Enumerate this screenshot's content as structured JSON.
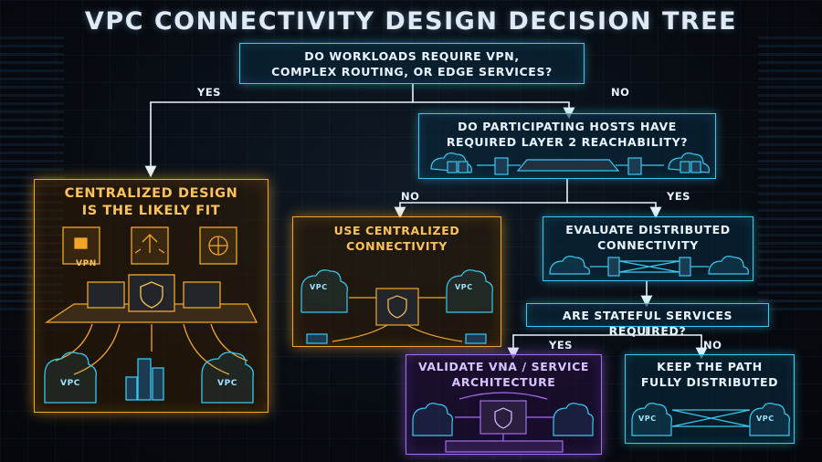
{
  "title": "VPC CONNECTIVITY DESIGN DECISION TREE",
  "nodes": {
    "q1": {
      "line1": "DO WORKLOADS REQUIRE VPN,",
      "line2": "COMPLEX ROUTING, OR EDGE SERVICES?"
    },
    "q2": {
      "line1": "DO PARTICIPATING HOSTS HAVE",
      "line2": "REQUIRED LAYER 2 REACHABILITY?"
    },
    "centralized": {
      "line1": "CENTRALIZED DESIGN",
      "line2": "IS THE LIKELY FIT"
    },
    "use_centralized": {
      "line1": "USE CENTRALIZED",
      "line2": "CONNECTIVITY"
    },
    "evaluate_distributed": {
      "line1": "EVALUATE DISTRIBUTED",
      "line2": "CONNECTIVITY"
    },
    "q3": {
      "line1": "ARE STATEFUL SERVICES REQUIRED?"
    },
    "validate_vna": {
      "line1": "VALIDATE VNA / SERVICE",
      "line2": "ARCHITECTURE"
    },
    "keep_distributed": {
      "line1": "KEEP THE PATH",
      "line2": "FULLY DISTRIBUTED"
    }
  },
  "edge_labels": {
    "q1_yes": "YES",
    "q1_no": "NO",
    "q2_no": "NO",
    "q2_yes": "YES",
    "q3_yes": "YES",
    "q3_no": "NO"
  },
  "icon_labels": {
    "vpn": "VPN",
    "vpc": "VPC"
  },
  "colors": {
    "cyan": "#37c9ef",
    "orange": "#f3a52a",
    "purple": "#a66bf0"
  }
}
